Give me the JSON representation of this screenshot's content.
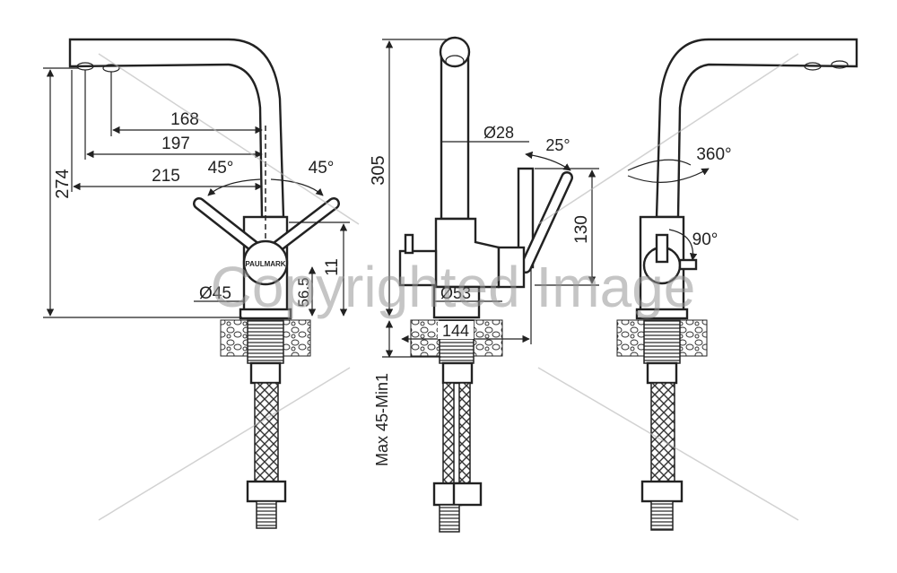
{
  "watermark": "Copyrighted Image",
  "brand": "PAULMARK",
  "views": {
    "front": {
      "height_total": "274",
      "reach_168": "168",
      "reach_197": "197",
      "reach_215": "215",
      "angle_left": "45°",
      "angle_right": "45°",
      "base_diameter": "Ø45",
      "height_11": "11",
      "depth_565": "56.5"
    },
    "side": {
      "height_total": "305",
      "spout_diameter": "Ø28",
      "lever_angle": "25°",
      "lever_height": "130",
      "base_diameter": "Ø53",
      "depth_144": "144",
      "mount_range": "Max 45-Min1"
    },
    "back": {
      "rotation": "360°",
      "lever_rotation": "90°"
    }
  }
}
